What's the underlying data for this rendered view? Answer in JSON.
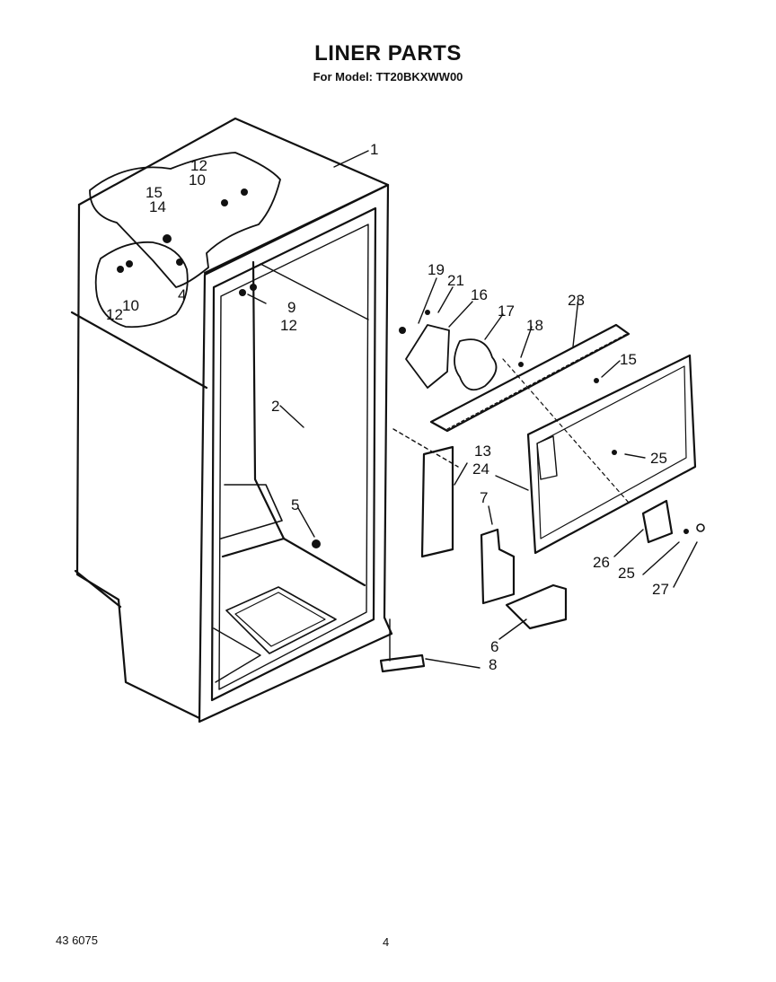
{
  "header": {
    "title": "LINER PARTS",
    "model_line": "For Model: TT20BKXWW00"
  },
  "callouts": [
    "1",
    "12",
    "10",
    "15",
    "14",
    "4",
    "12",
    "10",
    "9",
    "12",
    "2",
    "5",
    "19",
    "21",
    "16",
    "17",
    "18",
    "23",
    "15",
    "13",
    "24",
    "25",
    "7",
    "26",
    "25",
    "27",
    "6",
    "8"
  ],
  "footer": {
    "doc_number": "43  6075",
    "page_number": "4"
  }
}
